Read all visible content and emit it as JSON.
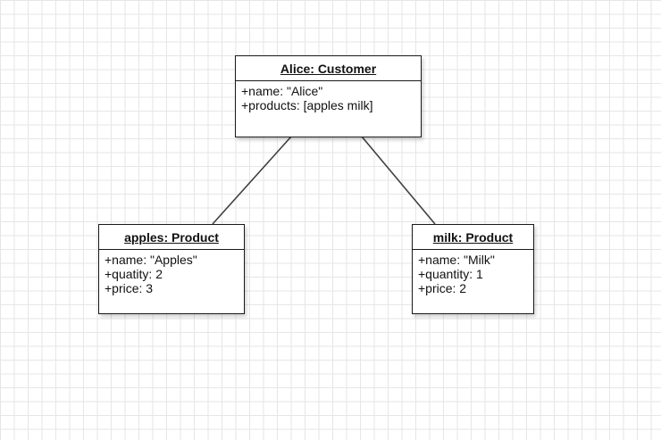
{
  "diagram": {
    "customer": {
      "title": "Alice: Customer",
      "attributes": [
        "+name: \"Alice\"",
        "+products: [apples milk]"
      ]
    },
    "apples": {
      "title": "apples: Product",
      "attributes": [
        "+name: \"Apples\"",
        "+quatity: 2",
        "+price: 3"
      ]
    },
    "milk": {
      "title": "milk: Product",
      "attributes": [
        "+name: \"Milk\"",
        "+quantity: 1",
        "+price: 2"
      ]
    }
  },
  "colors": {
    "grid": "#e6e6e6",
    "border": "#1a1a1a",
    "connector": "#404040"
  }
}
